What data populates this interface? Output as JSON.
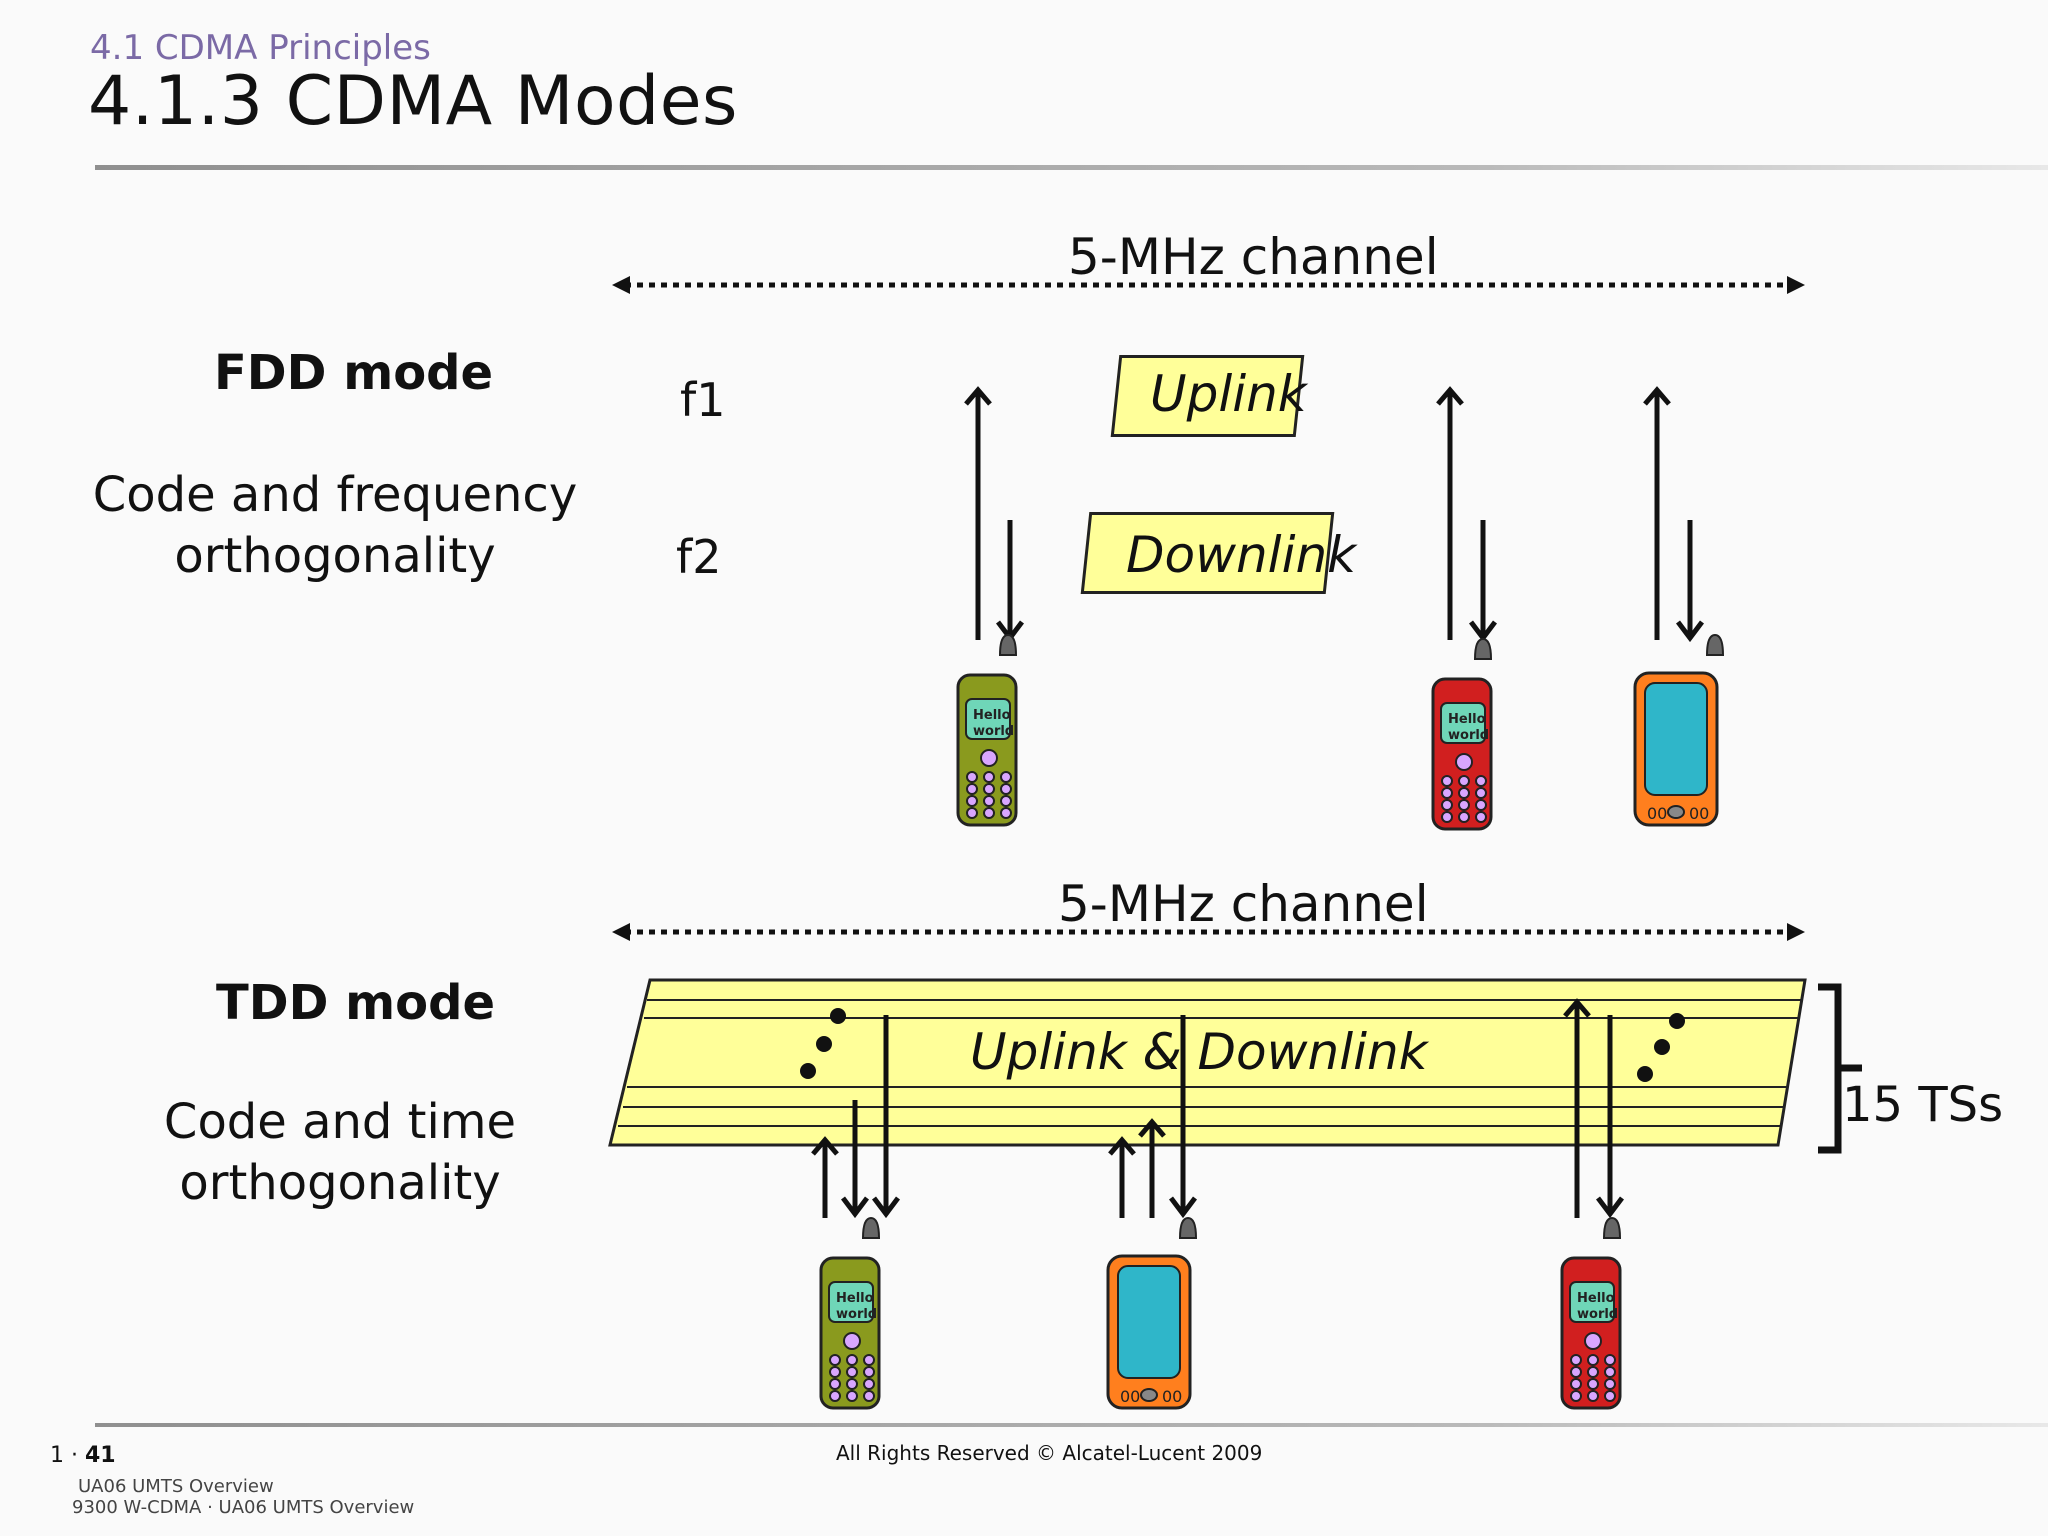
{
  "header": {
    "section": "4.1 CDMA Principles",
    "title": "4.1.3 CDMA Modes"
  },
  "fdd": {
    "mode_label": "FDD mode",
    "desc_line1": "Code and frequency",
    "desc_line2": "orthogonality",
    "f1_label": "f1",
    "f2_label": "f2",
    "channel_label": "5-MHz channel",
    "uplink_label": "Uplink",
    "downlink_label": "Downlink"
  },
  "tdd": {
    "mode_label": "TDD mode",
    "desc_line1": "Code and time",
    "desc_line2": "orthogonality",
    "channel_label": "5-MHz channel",
    "band_label": "Uplink & Downlink",
    "slots_label": "15 TSs"
  },
  "phones": {
    "screen_text_line1": "Hello",
    "screen_text_line2": "world",
    "colors": {
      "olive": "#8a9a1e",
      "red": "#d11f1f",
      "orange": "#ff7f1e",
      "screen": "#6fd6b8",
      "teal": "#2fb6c9"
    }
  },
  "footer": {
    "page_prefix": "1 · ",
    "page_number": "41",
    "copyright": "All Rights Reserved © Alcatel-Lucent 2009",
    "line1": "UA06 UMTS Overview",
    "line2": "9300 W-CDMA · UA06 UMTS Overview"
  },
  "colors": {
    "highlight": "#ffff99",
    "supertitle": "#7b6aa6"
  }
}
